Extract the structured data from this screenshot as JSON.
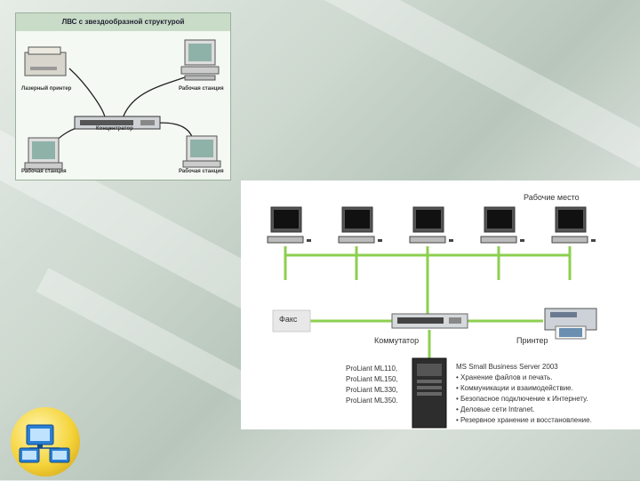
{
  "lan_star": {
    "title": "ЛВС с звездообразной структурой",
    "labels": {
      "laser_printer": "Лазерный принтер",
      "workstation_top": "Рабочая станция",
      "hub": "Концентратор",
      "workstation_left": "Рабочая станция",
      "workstation_right": "Рабочая станция"
    }
  },
  "network_diagram": {
    "workplaces_label": "Рабочие место",
    "fax_label": "Факс",
    "switch_label": "Коммутатор",
    "printer_label": "Принтер",
    "server_models": [
      "ProLiant ML110,",
      "ProLiant ML150,",
      "ProLiant ML330,",
      "ProLiant ML350."
    ],
    "server_features": [
      "MS Small Business Server 2003",
      "• Хранение файлов и печать.",
      "• Коммуникации и взаимодействие.",
      "• Безопасное подключение к Интернету.",
      "• Деловые сети Intranet.",
      "• Резервное хранение и восстановление."
    ],
    "link_color": "#8ccf4f"
  }
}
